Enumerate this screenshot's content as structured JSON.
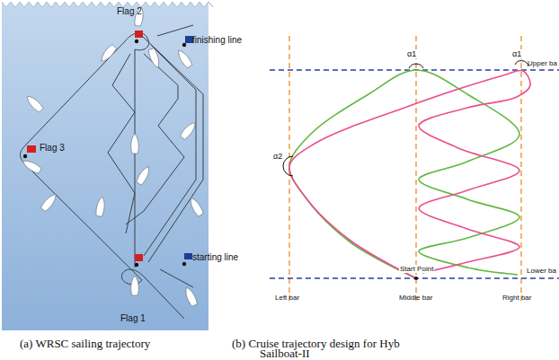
{
  "diagram": {
    "labels": [
      "Flag 2",
      "finishing line",
      "Flag 3",
      "starting line",
      "Flag 1",
      "α1",
      "α1",
      "Upper ba",
      "α2",
      "Start Point",
      "Lower ba",
      "Left bar",
      "Middle bar",
      "Right bar",
      "(a) WRSC sailing trajectory",
      "(b) Cruise trajectory design for Hyb",
      "Sailboat-II"
    ]
  }
}
